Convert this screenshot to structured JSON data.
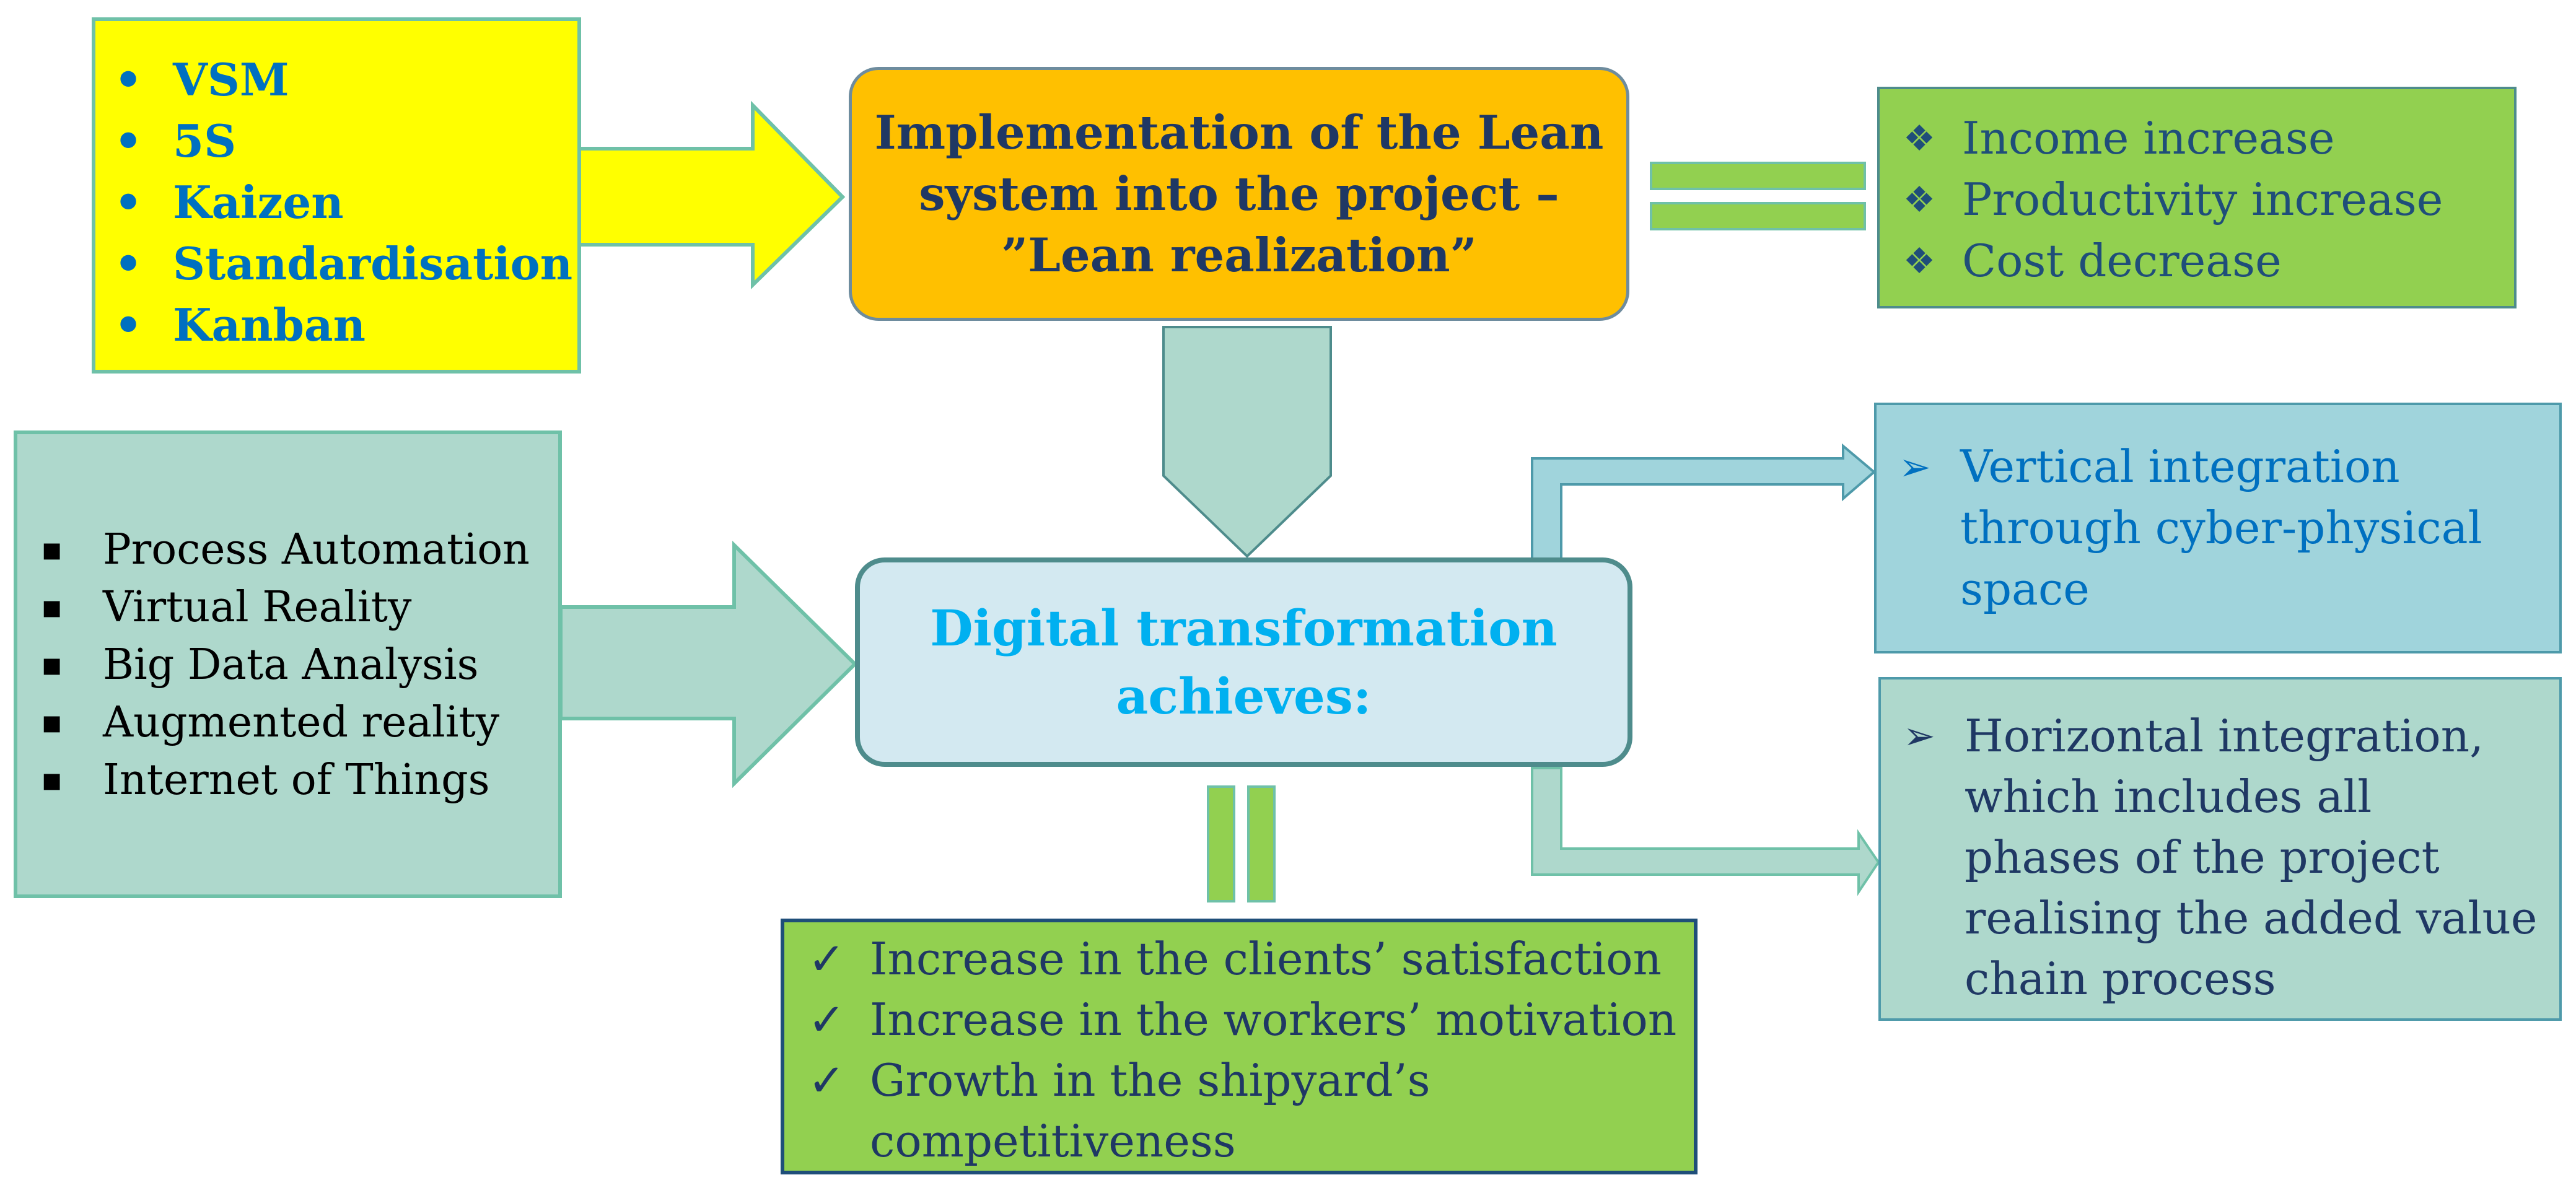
{
  "lean_tools": {
    "items": [
      "VSM",
      "5S",
      "Kaizen",
      "Standardisation",
      "Kanban"
    ],
    "bullet": "•"
  },
  "lean_system": {
    "line1": "Implementation of the Lean",
    "line2": "system into the project –",
    "line3": "”Lean realization”"
  },
  "lean_benefits": {
    "items": [
      "Income increase",
      "Productivity increase",
      "Cost decrease"
    ],
    "bullet": "❖"
  },
  "digital_tools": {
    "items": [
      "Process Automation",
      "Virtual Reality",
      "Big Data Analysis",
      "Augmented reality",
      "Internet of Things"
    ],
    "bullet": "▪"
  },
  "digital_transformation": {
    "line1": "Digital transformation",
    "line2": "achieves:"
  },
  "vertical_integration": {
    "bullet": "➢",
    "lines": [
      "Vertical integration",
      "through cyber-physical",
      "space"
    ]
  },
  "horizontal_integration": {
    "bullet": "➢",
    "lines": [
      "Horizontal integration,",
      "which includes all",
      "phases of the project",
      "realising the added value",
      "chain process"
    ]
  },
  "outcomes": {
    "items": [
      {
        "lines": [
          "Increase in the clients’ satisfaction"
        ]
      },
      {
        "lines": [
          "Increase in the workers’ motivation"
        ]
      },
      {
        "lines": [
          "Growth in the shipyard’s",
          "competitiveness"
        ]
      }
    ],
    "bullet": "✓"
  },
  "colors": {
    "yellow": "#FFFF00",
    "orange": "#FFC000",
    "lime_green": "#92D050",
    "teal_light": "#AED8CC",
    "teal_border": "#6FC1A8",
    "light_blue": "#D3E9F1",
    "sky_blue": "#A0D4DC",
    "text_blue": "#0070C0",
    "text_dark_blue": "#1F3864",
    "text_cyan": "#00B0F0"
  }
}
